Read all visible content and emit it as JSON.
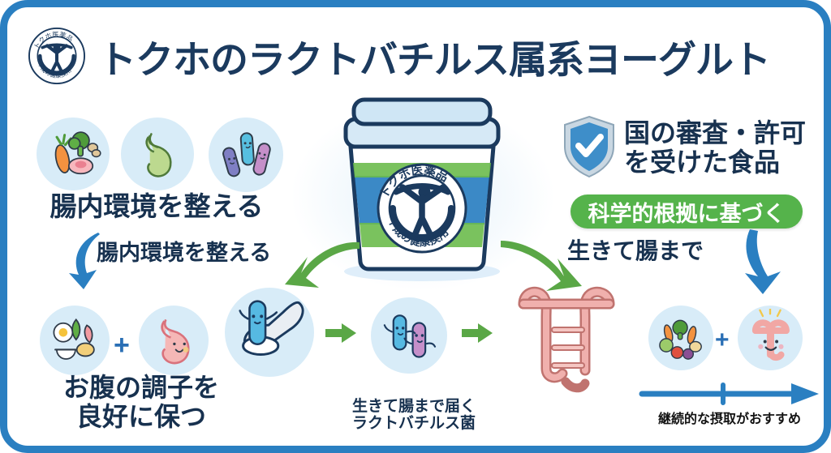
{
  "poster": {
    "title": "トクホのラクトバチルス属系ヨーグルト",
    "frame_color": "#2a7fc1",
    "text_color": "#17314f"
  },
  "seal": {
    "name": "tokuho-seal",
    "top_arc": "トクホ医薬品",
    "bottom_arc": "平成の健康挨用"
  },
  "left_column": {
    "icons": [
      {
        "name": "vegetables-meat-icon",
        "label": "野菜と肉"
      },
      {
        "name": "stomach-icon",
        "label": "胃"
      },
      {
        "name": "three-bacteria-icon",
        "label": "乳酸菌"
      }
    ],
    "heading": "腸内環境を整える",
    "arrow_label": "腸内環境を整える",
    "bottom_icons": [
      {
        "name": "balanced-meal-icon",
        "label": "バランスの良い食事"
      },
      {
        "name": "happy-stomach-icon",
        "label": "元気な胃"
      }
    ],
    "plus": "+",
    "bottom_heading": "お腹の調子を\n良好に保つ"
  },
  "center": {
    "product": {
      "name": "yogurt-cup",
      "seal_top_arc": "トクホ医薬品",
      "seal_bottom_arc": "平成の健康挨用"
    },
    "flow": [
      {
        "name": "bacteria-on-spoon-icon",
        "label": "スプーンの乳酸菌"
      },
      {
        "name": "two-bacteria-icon",
        "label": "生きた乳酸菌"
      },
      {
        "name": "intestine-icon",
        "label": "腸"
      }
    ],
    "caption": "生きて腸まで届く\nラクトバチルス菌",
    "arrow_color": "#5aa746"
  },
  "right_column": {
    "shield": {
      "name": "shield-check-icon",
      "label": "認可マーク"
    },
    "heading": "国の審査・許可\nを受けた食品",
    "badge": {
      "text": "科学的根拠に基づく",
      "color": "#55b34b"
    },
    "arrow_label": "生きて腸まで",
    "bottom_icons": [
      {
        "name": "vegetables-icon",
        "label": "野菜"
      },
      {
        "name": "smiling-intestine-icon",
        "label": "元気な腸"
      }
    ],
    "plus": "+",
    "timeline_caption": "継続的な摂取がおすすめ",
    "arrow_color": "#2a7fc1"
  }
}
